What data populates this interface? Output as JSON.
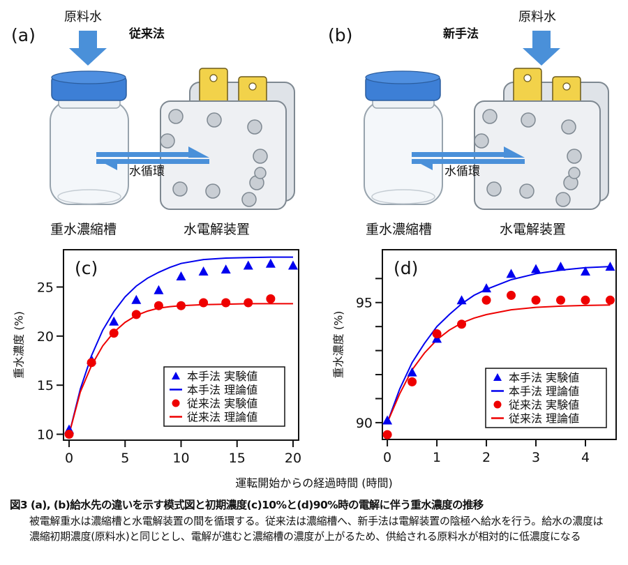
{
  "diagram": {
    "panel_a": {
      "label": "(a)",
      "title": "従来法",
      "feed_label": "原料水",
      "feed_target": "tank",
      "tank_label": "重水濃縮槽",
      "electrolyzer_label": "水電解装置",
      "circulation_label": "水循環"
    },
    "panel_b": {
      "label": "(b)",
      "title": "新手法",
      "feed_label": "原料水",
      "feed_target": "electrolyzer",
      "tank_label": "重水濃縮槽",
      "electrolyzer_label": "水電解装置",
      "circulation_label": "水循環"
    },
    "colors": {
      "arrow": "#4a90d9",
      "cap": "#3d7fd6",
      "terminal": "#f2d24a",
      "body": "#eef0f3"
    }
  },
  "shared_xlabel": "運転開始からの経過時間 (時間)",
  "chart_data": [
    {
      "id": "c",
      "type": "scatter",
      "panel_label": "(c)",
      "xlabel": "運転開始からの経過時間 (時間)",
      "ylabel": "重水濃度 (%)",
      "xlim": [
        -0.5,
        20.5
      ],
      "ylim": [
        9.4,
        28.8
      ],
      "xticks": [
        0,
        5,
        10,
        15,
        20
      ],
      "yticks": [
        10,
        15,
        20,
        25
      ],
      "grid": false,
      "legend_position": "bottom-right",
      "series": [
        {
          "name": "本手法 実験値",
          "kind": "marker-triangle",
          "color": "#0000ee",
          "x": [
            0,
            2,
            4,
            6,
            8,
            10,
            12,
            14,
            16,
            18,
            20
          ],
          "y": [
            10.5,
            17.6,
            21.5,
            23.7,
            24.7,
            26.1,
            26.6,
            26.8,
            27.2,
            27.4,
            27.2
          ]
        },
        {
          "name": "本手法 理論値",
          "kind": "line",
          "color": "#0000ee",
          "x": [
            0,
            1,
            2,
            3,
            4,
            5,
            6,
            7,
            8,
            9,
            10,
            12,
            14,
            16,
            18,
            20
          ],
          "y": [
            10.0,
            14.6,
            18.0,
            20.6,
            22.5,
            24.0,
            25.1,
            25.9,
            26.5,
            27.0,
            27.4,
            27.8,
            27.95,
            28.0,
            28.05,
            28.05
          ]
        },
        {
          "name": "従来法 実験値",
          "kind": "marker-circle",
          "color": "#ee0000",
          "x": [
            0,
            2,
            4,
            6,
            8,
            10,
            12,
            14,
            16,
            18
          ],
          "y": [
            10.0,
            17.3,
            20.3,
            22.2,
            23.1,
            23.1,
            23.4,
            23.4,
            23.4,
            23.8
          ]
        },
        {
          "name": "従来法 理論値",
          "kind": "line",
          "color": "#ee0000",
          "x": [
            0,
            1,
            2,
            3,
            4,
            5,
            6,
            7,
            8,
            9,
            10,
            12,
            14,
            16,
            18,
            20
          ],
          "y": [
            10.0,
            14.3,
            17.0,
            19.0,
            20.4,
            21.4,
            22.1,
            22.55,
            22.85,
            23.0,
            23.1,
            23.2,
            23.25,
            23.3,
            23.3,
            23.3
          ]
        }
      ]
    },
    {
      "id": "d",
      "type": "scatter",
      "panel_label": "(d)",
      "xlabel": "運転開始からの経過時間 (時間)",
      "ylabel": "重水濃度 (%)",
      "xlim": [
        -0.1,
        4.62
      ],
      "ylim": [
        89.3,
        97.2
      ],
      "xticks": [
        0,
        1,
        2,
        3,
        4
      ],
      "yticks": [
        90,
        95
      ],
      "yticks_minor": [
        91,
        92,
        93,
        94,
        96
      ],
      "grid": false,
      "legend_position": "bottom-right",
      "series": [
        {
          "name": "本手法 実験値",
          "kind": "marker-triangle",
          "color": "#0000ee",
          "x": [
            0,
            0.5,
            1,
            1.5,
            2,
            2.5,
            3,
            3.5,
            4,
            4.5
          ],
          "y": [
            90.1,
            92.1,
            93.5,
            95.1,
            95.6,
            96.2,
            96.4,
            96.5,
            96.3,
            96.5
          ]
        },
        {
          "name": "本手法 理論値",
          "kind": "line",
          "color": "#0000ee",
          "x": [
            0,
            0.25,
            0.5,
            0.75,
            1,
            1.25,
            1.5,
            1.75,
            2,
            2.5,
            3,
            3.5,
            4,
            4.5
          ],
          "y": [
            90.0,
            91.4,
            92.5,
            93.3,
            94.0,
            94.5,
            94.95,
            95.3,
            95.55,
            95.95,
            96.2,
            96.35,
            96.45,
            96.5
          ]
        },
        {
          "name": "従来法 実験値",
          "kind": "marker-circle",
          "color": "#ee0000",
          "x": [
            0,
            0.5,
            1,
            1.5,
            2,
            2.5,
            3,
            3.5,
            4,
            4.5
          ],
          "y": [
            89.5,
            91.7,
            93.7,
            94.1,
            95.1,
            95.3,
            95.1,
            95.1,
            95.1,
            95.1
          ]
        },
        {
          "name": "従来法 理論値",
          "kind": "line",
          "color": "#ee0000",
          "x": [
            0,
            0.25,
            0.5,
            0.75,
            1,
            1.25,
            1.5,
            1.75,
            2,
            2.5,
            3,
            3.5,
            4,
            4.5
          ],
          "y": [
            90.0,
            91.2,
            92.2,
            92.9,
            93.45,
            93.85,
            94.15,
            94.35,
            94.5,
            94.7,
            94.8,
            94.85,
            94.88,
            94.9
          ]
        }
      ]
    }
  ],
  "caption": {
    "title": "図3 (a), (b)給水先の違いを示す模式図と初期濃度(c)10%と(d)90%時の電解に伴う重水濃度の推移",
    "body": "被電解重水は濃縮槽と水電解装置の間を循環する。従来法は濃縮槽へ、新手法は電解装置の陰極へ給水を行う。給水の濃度は濃縮初期濃度(原料水)と同じとし、電解が進むと濃縮槽の濃度が上がるため、供給される原料水が相対的に低濃度になる"
  }
}
